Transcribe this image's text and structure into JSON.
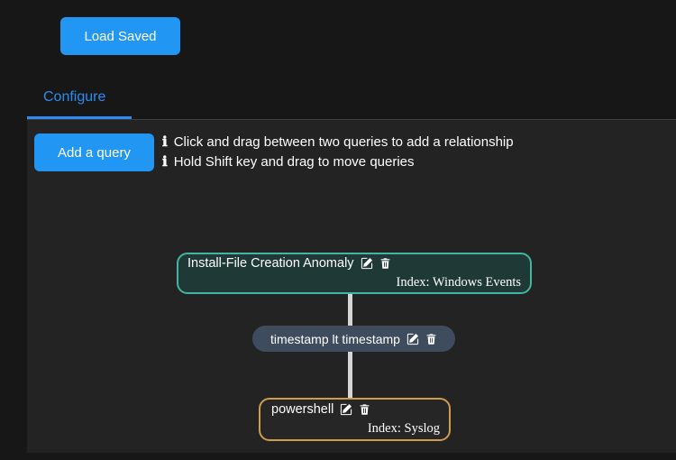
{
  "header": {
    "load_saved_button": "Load Saved"
  },
  "tabs": {
    "configure": "Configure"
  },
  "panel": {
    "add_query_button": "Add a query",
    "instructions": [
      "Click and drag between two queries to add a relationship",
      "Hold Shift key and drag to move queries"
    ]
  },
  "icons": {
    "info": "ℹ"
  },
  "graph": {
    "nodes": [
      {
        "label": "Install-File Creation Anomaly",
        "index": "Index: Windows Events",
        "border_color": "#43b5a0"
      },
      {
        "label": "timestamp lt timestamp",
        "bg_color": "#3f4c5e"
      },
      {
        "label": "powershell",
        "index": "Index: Syslog",
        "border_color": "#cf9b4f"
      }
    ],
    "edge_color": "#d6d6d6"
  },
  "colors": {
    "accent_blue": "#2196f3",
    "tab_blue": "#2d8cf0",
    "card_bg": "#232323",
    "page_bg": "#171717"
  }
}
